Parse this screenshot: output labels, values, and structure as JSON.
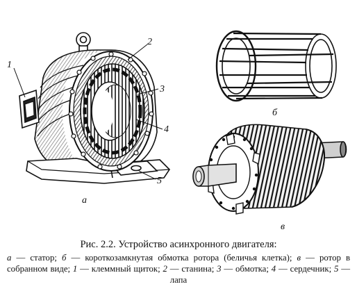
{
  "figure": {
    "callouts": [
      "1",
      "2",
      "3",
      "4",
      "5"
    ],
    "sublabels": {
      "a": "а",
      "b": "б",
      "c": "в"
    }
  },
  "caption": {
    "title": "Рис. 2.2. Устройство асинхронного двигателя:",
    "legend": [
      {
        "key": "а",
        "text": "статор;"
      },
      {
        "key": "б",
        "text": "короткозамкнутая обмотка ротора (беличья клетка);"
      },
      {
        "key": "в",
        "text": "ротор в собранном виде;"
      },
      {
        "key": "1",
        "text": "клеммный щиток;"
      },
      {
        "key": "2",
        "text": "станина;"
      },
      {
        "key": "3",
        "text": "обмотка;"
      },
      {
        "key": "4",
        "text": "сердечник;"
      },
      {
        "key": "5",
        "text": "лапа"
      }
    ],
    "dash": "—"
  }
}
